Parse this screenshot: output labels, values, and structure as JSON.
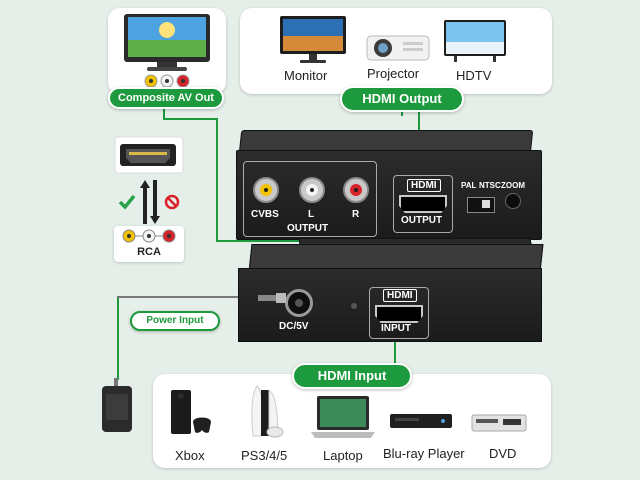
{
  "top_card": {
    "devices": [
      {
        "label": "Monitor",
        "icon": "monitor-icon"
      },
      {
        "label": "Projector",
        "icon": "projector-icon"
      },
      {
        "label": "HDTV",
        "icon": "hdtv-icon"
      }
    ],
    "badge": "HDMI Output"
  },
  "tv_card": {
    "badge": "Composite AV Out",
    "icon": "crt-tv-icon"
  },
  "side_icons": {
    "cable": "hdmi-cable-icon",
    "check": "check-icon",
    "prohibited": "prohibited-icon",
    "rca_label": "RCA"
  },
  "front_panel": {
    "cvbs": "CVBS",
    "left": "L",
    "right": "R",
    "output": "OUTPUT",
    "hdmi_out_top": "HDMI",
    "hdmi_out_bottom": "OUTPUT",
    "pal": "PAL",
    "ntsc": "NTSC",
    "zoom": "ZOOM"
  },
  "back_panel": {
    "dc": "DC/5V",
    "hdmi_in_top": "HDMI",
    "hdmi_in_bottom": "INPUT"
  },
  "power_badge": "Power Input",
  "hdmi_input_badge": "HDMI Input",
  "bottom_card": {
    "devices": [
      {
        "label": "Xbox",
        "icon": "xbox-icon"
      },
      {
        "label": "PS3/4/5",
        "icon": "playstation-icon"
      },
      {
        "label": "Laptop",
        "icon": "laptop-icon"
      },
      {
        "label": "Blu-ray Player",
        "icon": "bluray-player-icon"
      },
      {
        "label": "DVD",
        "icon": "dvd-player-icon"
      }
    ]
  },
  "colors": {
    "accent_green": "#1e9a3e",
    "background": "#e6eee9",
    "device_black": "#1f1f1f",
    "rca_yellow": "#f2c200",
    "rca_white": "#f4f4f4",
    "rca_red": "#d8232a"
  }
}
